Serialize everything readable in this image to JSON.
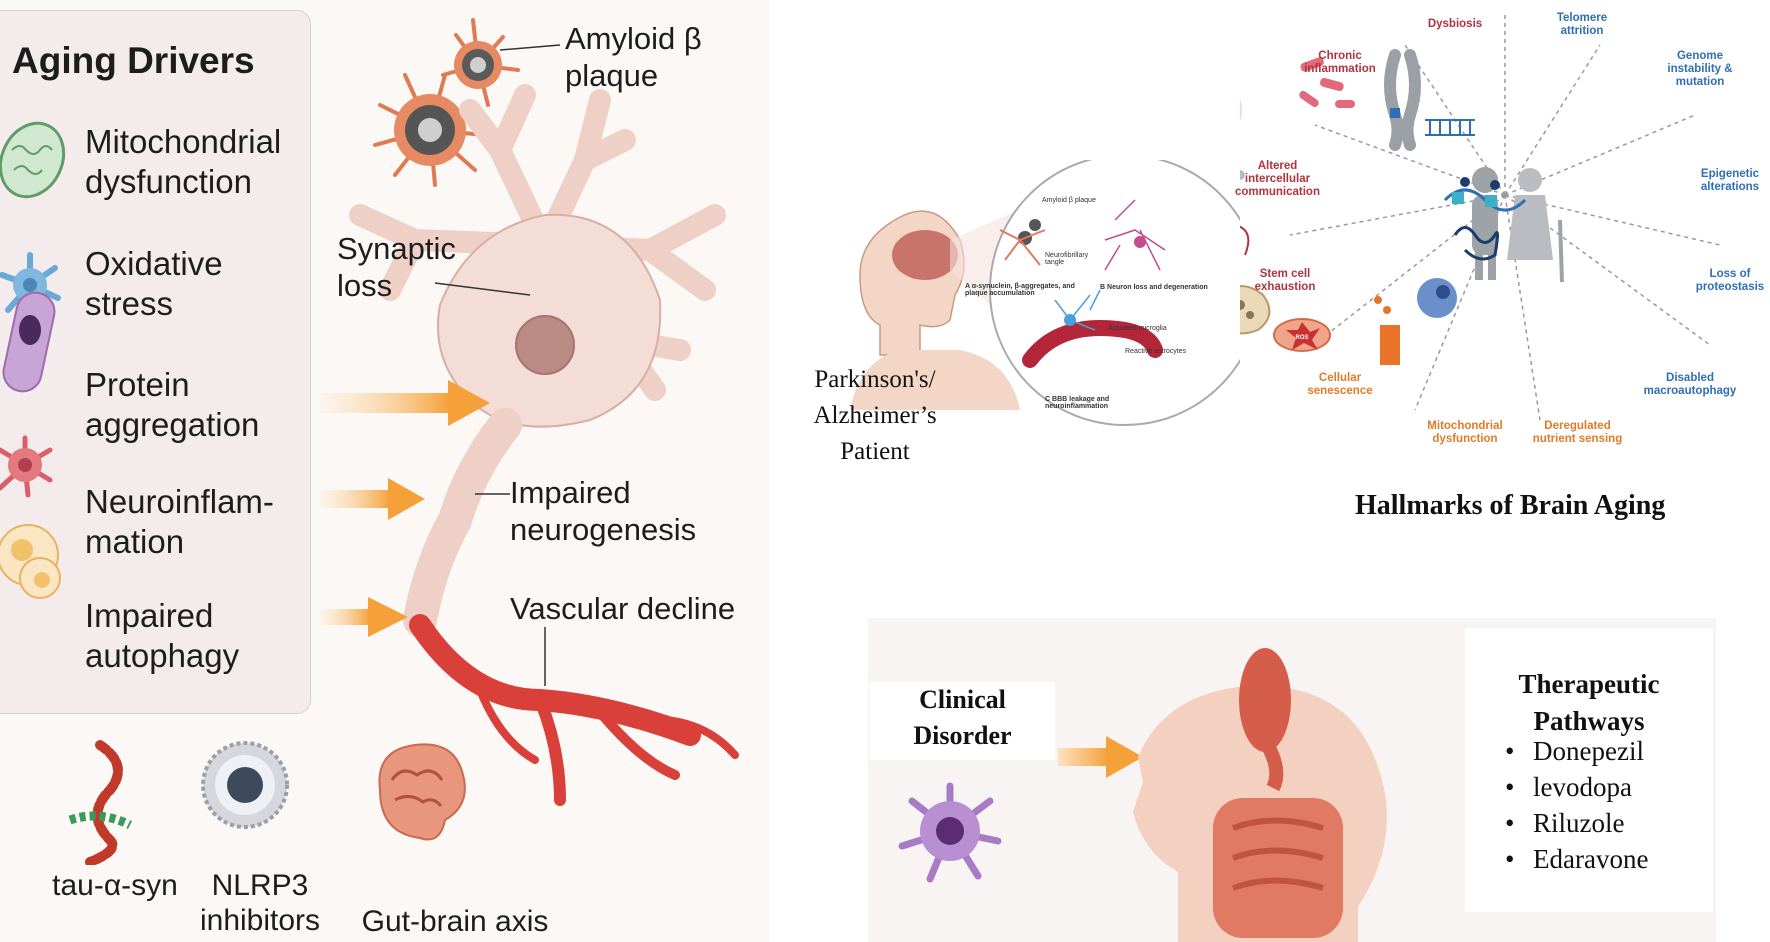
{
  "aging_drivers": {
    "title": "Aging Drivers",
    "items": [
      {
        "line1": "Mitochondrial",
        "line2": "dysfunction"
      },
      {
        "line1": "Oxidative",
        "line2": "stress"
      },
      {
        "line1": "Protein",
        "line2": "aggregation"
      },
      {
        "line1": "Neuroinflam-",
        "line2": "mation"
      },
      {
        "line1": "Impaired",
        "line2": "autophagy"
      }
    ]
  },
  "neuron_labels": {
    "amyloid_line1": "Amyloid β",
    "amyloid_line2": "plaque",
    "synaptic_line1": "Synaptic",
    "synaptic_line2": "loss",
    "neuro_line1": "Impaired",
    "neuro_line2": "neurogenesis",
    "vascular": "Vascular decline"
  },
  "bottom_items": [
    {
      "line1": "tau-α-syn",
      "line2": ""
    },
    {
      "line1": "NLRP3",
      "line2": "inhibitors"
    },
    {
      "line1": "Gut-brain axis",
      "line2": ""
    }
  ],
  "patient": {
    "line1": "Parkinson's/",
    "line2": "Alzheimer’s",
    "line3": "Patient"
  },
  "zoom_circle": {
    "amyloid": "Amyloid β plaque",
    "tangle": "Neurofibrillary tangle",
    "a_caption": "α-synuclein, β-aggregates, and plaque accumulation",
    "b_caption": "Neuron loss and degeneration",
    "microglia": "Activated microglia",
    "astrocytes": "Reactive astrocytes",
    "c_caption": "BBB leakage and neuroinflammation",
    "letters": [
      "A",
      "B",
      "C"
    ]
  },
  "hallmarks": {
    "title": "Hallmarks of Brain Aging",
    "items": [
      {
        "line1": "Dysbiosis",
        "line2": "",
        "line3": "",
        "color": "#b0333e"
      },
      {
        "line1": "Telomere",
        "line2": "attrition",
        "line3": "",
        "color": "#2f6fb5"
      },
      {
        "line1": "Chronic",
        "line2": "inflammation",
        "line3": "",
        "color": "#b0333e"
      },
      {
        "line1": "Genome",
        "line2": "instability &",
        "line3": "mutation",
        "color": "#2f6fb5"
      },
      {
        "line1": "Epigenetic",
        "line2": "alterations",
        "line3": "",
        "color": "#2f6fb5"
      },
      {
        "line1": "Altered",
        "line2": "intercellular",
        "line3": "communication",
        "color": "#b0333e"
      },
      {
        "line1": "Loss of",
        "line2": "proteostasis",
        "line3": "",
        "color": "#2f6fb5"
      },
      {
        "line1": "Stem cell",
        "line2": "exhaustion",
        "line3": "",
        "color": "#b0333e"
      },
      {
        "line1": "Disabled",
        "line2": "macroautophagy",
        "line3": "",
        "color": "#2f6fb5"
      },
      {
        "line1": "Cellular",
        "line2": "senescence",
        "line3": "",
        "color": "#e07b2a"
      },
      {
        "line1": "Mitochondrial",
        "line2": "dysfunction",
        "line3": "",
        "color": "#e07b2a"
      },
      {
        "line1": "Deregulated",
        "line2": "nutrient sensing",
        "line3": "",
        "color": "#e07b2a"
      }
    ],
    "ros_badge": "ROS"
  },
  "clinical": {
    "line1": "Clinical",
    "line2": "Disorder"
  },
  "therapy": {
    "title_line1": "Therapeutic",
    "title_line2": "Pathways",
    "items": [
      "Donepezil",
      "levodopa",
      "Riluzole",
      "Edaravone"
    ]
  },
  "colors": {
    "arrow": "#f5a13a",
    "vessel": "#d9403a",
    "neuron": "#f3ddd6",
    "hallmark_red": "#b0333e",
    "hallmark_orange": "#e07b2a",
    "hallmark_blue": "#2f6fb5"
  }
}
